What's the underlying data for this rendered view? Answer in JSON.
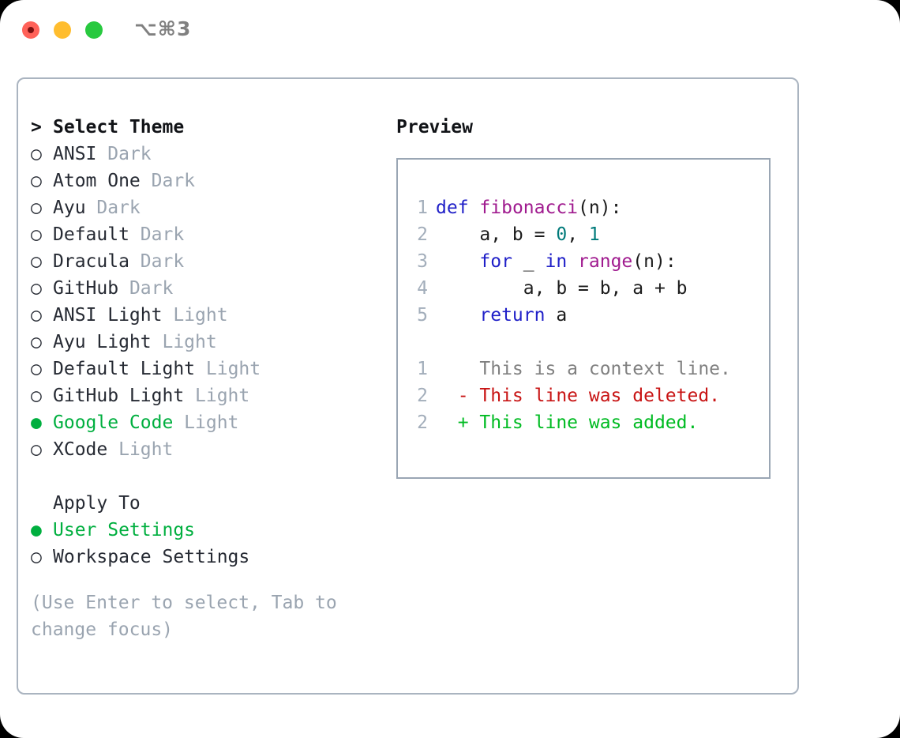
{
  "window": {
    "shortcut": "⌥⌘3",
    "traffic_lights": [
      "close",
      "minimize",
      "maximize"
    ]
  },
  "theme_picker": {
    "header": "Select Theme",
    "header_prefix": ">",
    "focused": true,
    "selected_dot": "●",
    "unselected_dot": "○",
    "items": [
      {
        "name": "ANSI",
        "variant": "Dark",
        "selected": false
      },
      {
        "name": "Atom One",
        "variant": "Dark",
        "selected": false
      },
      {
        "name": "Ayu",
        "variant": "Dark",
        "selected": false
      },
      {
        "name": "Default",
        "variant": "Dark",
        "selected": false
      },
      {
        "name": "Dracula",
        "variant": "Dark",
        "selected": false
      },
      {
        "name": "GitHub",
        "variant": "Dark",
        "selected": false
      },
      {
        "name": "ANSI Light",
        "variant": "Light",
        "selected": false
      },
      {
        "name": "Ayu Light",
        "variant": "Light",
        "selected": false
      },
      {
        "name": "Default Light",
        "variant": "Light",
        "selected": false
      },
      {
        "name": "GitHub Light",
        "variant": "Light",
        "selected": false
      },
      {
        "name": "Google Code",
        "variant": "Light",
        "selected": true
      },
      {
        "name": "XCode",
        "variant": "Light",
        "selected": false
      }
    ]
  },
  "apply_to": {
    "header": "Apply To",
    "items": [
      {
        "name": "User Settings",
        "selected": true
      },
      {
        "name": "Workspace Settings",
        "selected": false
      }
    ]
  },
  "hint": "(Use Enter to select, Tab to change focus)",
  "preview": {
    "label": "Preview",
    "code_lines": [
      {
        "num": "1",
        "indent": 0,
        "tokens": [
          {
            "t": "def",
            "c": "kw"
          },
          {
            "t": " ",
            "c": "plain"
          },
          {
            "t": "fibonacci",
            "c": "fn"
          },
          {
            "t": "(n):",
            "c": "plain"
          }
        ]
      },
      {
        "num": "2",
        "indent": 4,
        "tokens": [
          {
            "t": "a, b = ",
            "c": "plain"
          },
          {
            "t": "0",
            "c": "num"
          },
          {
            "t": ", ",
            "c": "plain"
          },
          {
            "t": "1",
            "c": "num"
          }
        ]
      },
      {
        "num": "3",
        "indent": 4,
        "tokens": [
          {
            "t": "for",
            "c": "kw"
          },
          {
            "t": " _ ",
            "c": "plain"
          },
          {
            "t": "in",
            "c": "kw"
          },
          {
            "t": " ",
            "c": "plain"
          },
          {
            "t": "range",
            "c": "fn"
          },
          {
            "t": "(n):",
            "c": "plain"
          }
        ]
      },
      {
        "num": "4",
        "indent": 8,
        "tokens": [
          {
            "t": "a, b = b, a + b",
            "c": "plain"
          }
        ]
      },
      {
        "num": "5",
        "indent": 4,
        "tokens": [
          {
            "t": "return",
            "c": "kw"
          },
          {
            "t": " a",
            "c": "plain"
          }
        ]
      }
    ],
    "diff_lines": [
      {
        "num": "1",
        "marker": " ",
        "text": "This is a context line.",
        "kind": "ctx"
      },
      {
        "num": "2",
        "marker": "-",
        "text": "This line was deleted.",
        "kind": "del"
      },
      {
        "num": "2",
        "marker": "+",
        "text": "This line was added.",
        "kind": "add"
      }
    ]
  },
  "colors": {
    "accent_green": "#00af3f",
    "keyword": "#2020c8",
    "function": "#a01b8f",
    "number": "#007a7a",
    "diff_added": "#00bb22",
    "diff_deleted": "#c81414",
    "muted": "#9aa4b0",
    "border": "#aab4c0"
  }
}
